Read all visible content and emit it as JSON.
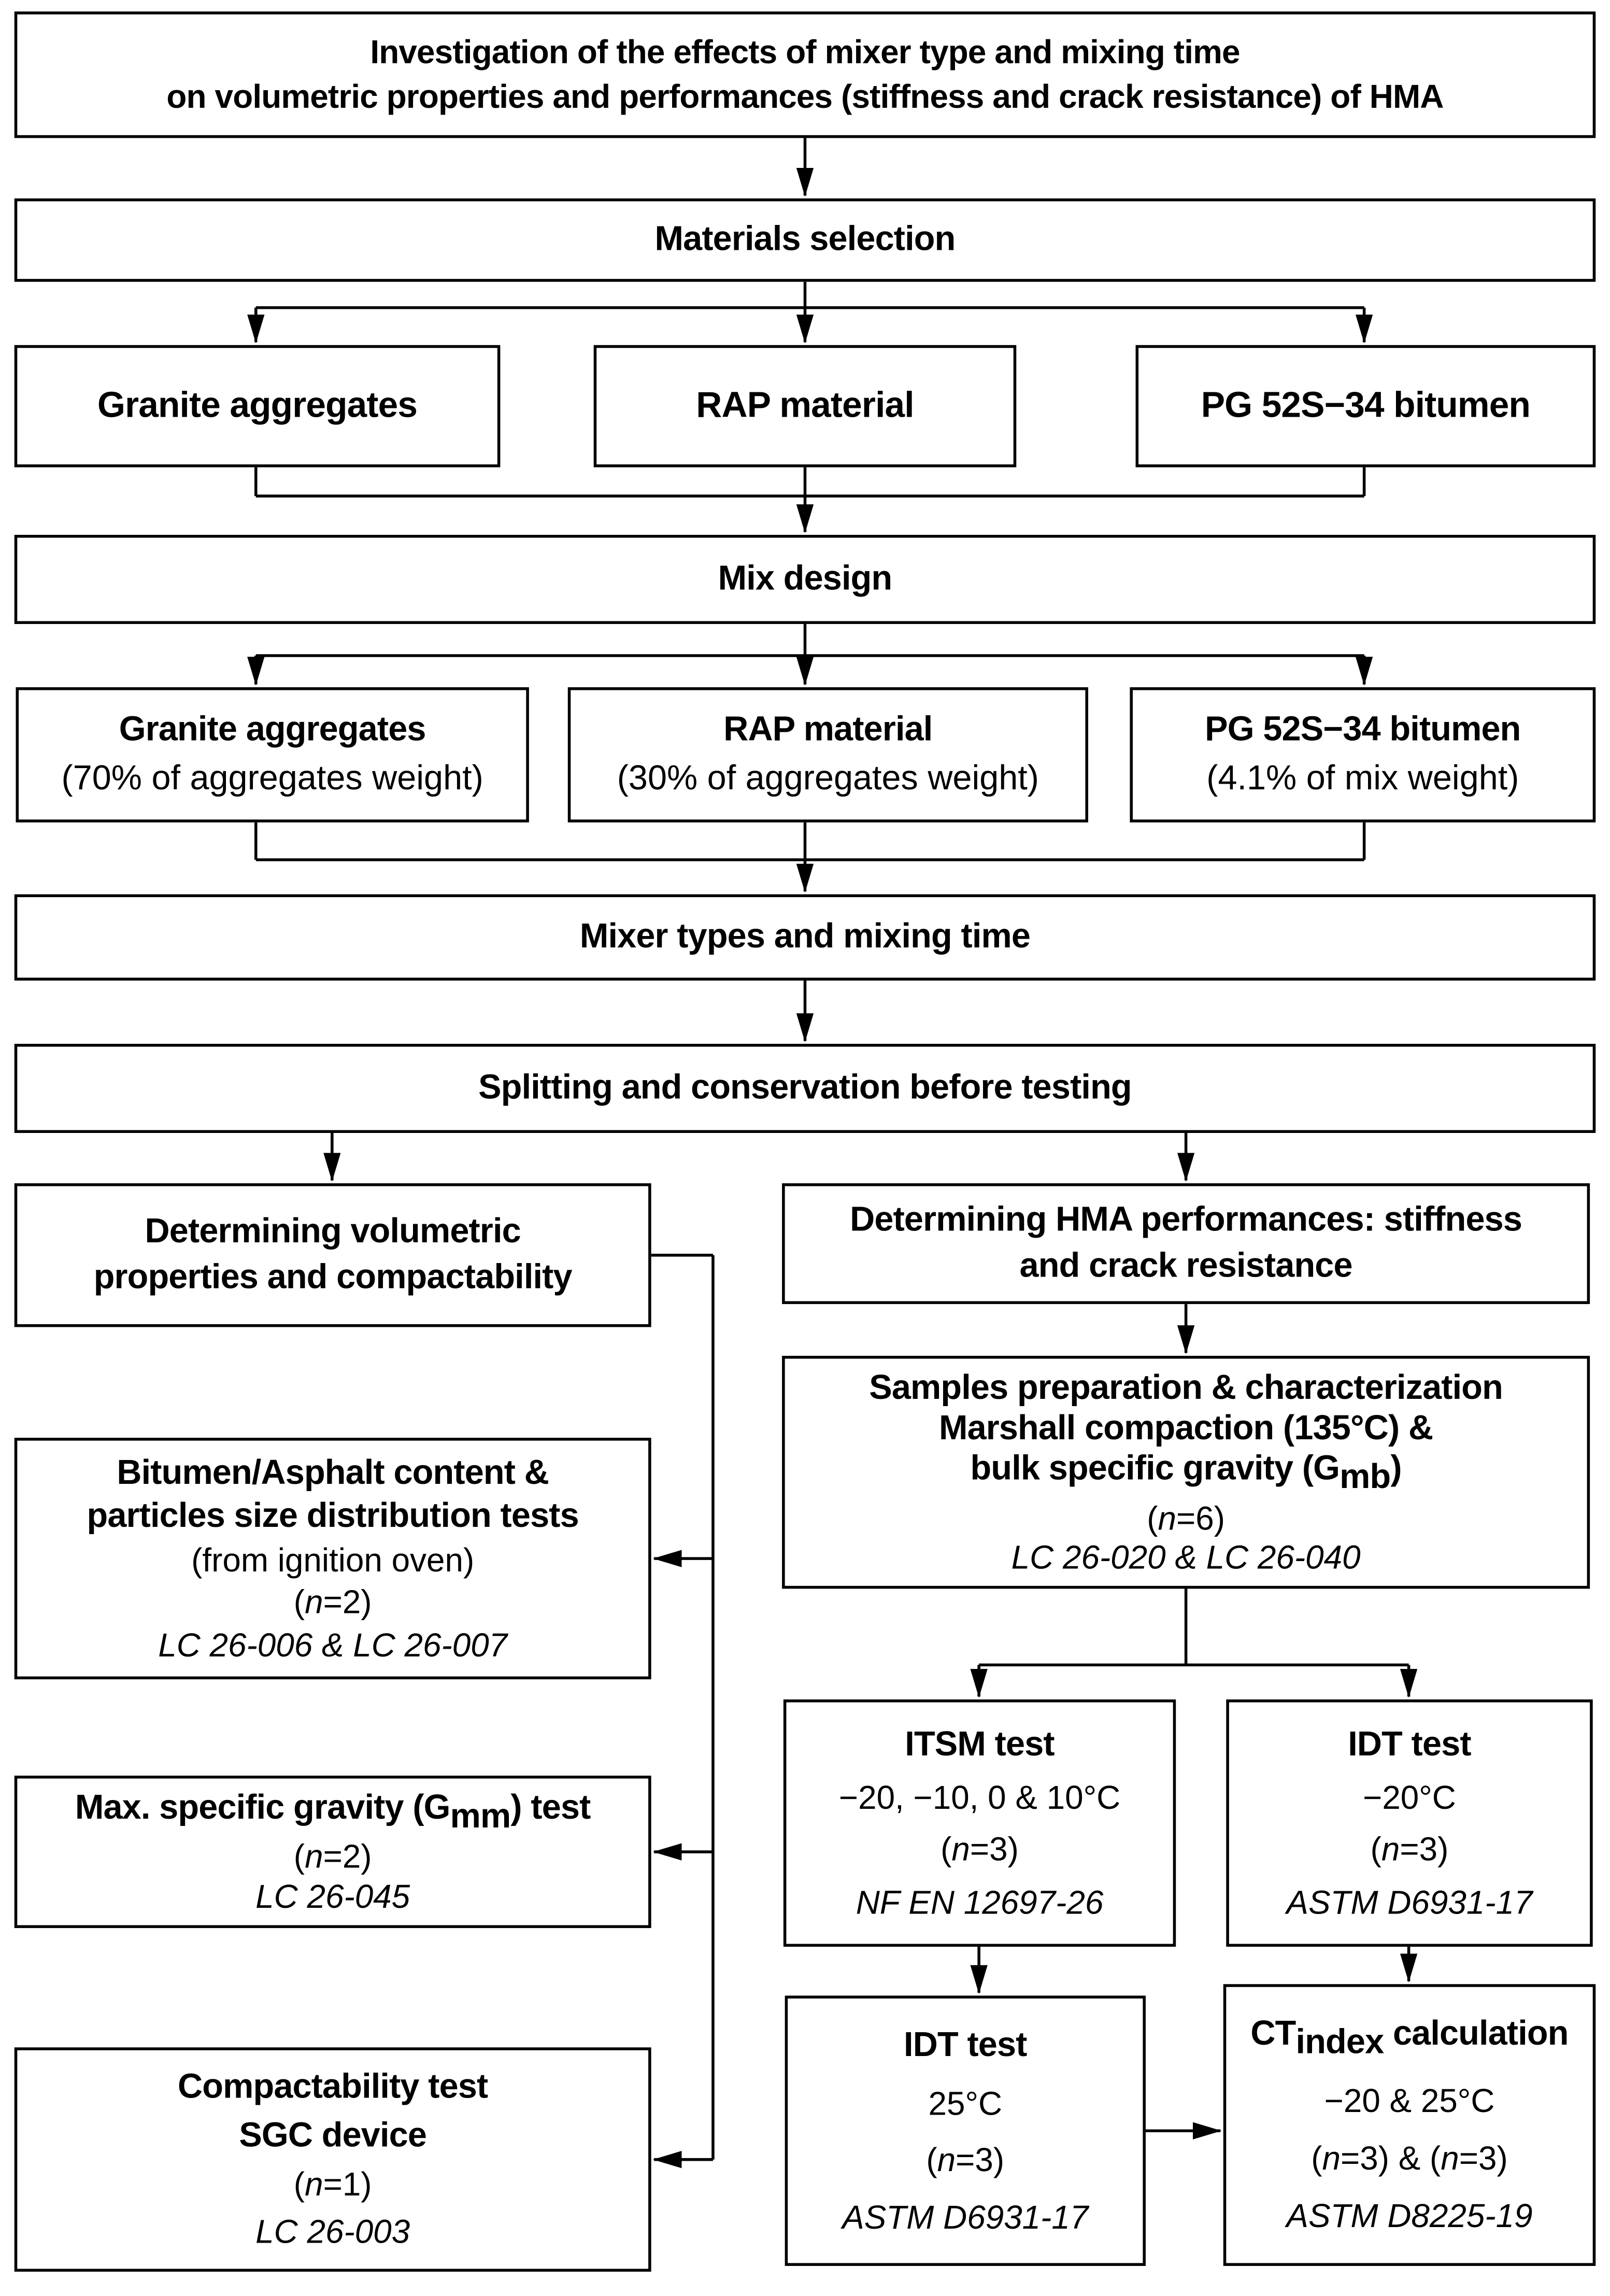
{
  "styles": {
    "background": "#ffffff",
    "box_border_color": "#000000",
    "line_color": "#000000",
    "text_color": "#000000"
  },
  "diagram": {
    "type": "flowchart",
    "description": "Experimental program flowchart"
  },
  "nodes": {
    "title": {
      "lines": [
        [
          {
            "t": "Investigation of the effects of mixer type and mixing time",
            "b": true
          }
        ],
        [
          {
            "t": "on volumetric properties and performances (stiffness and crack resistance) of HMA",
            "b": true
          }
        ]
      ]
    },
    "materials_selection": {
      "lines": [
        [
          {
            "t": "Materials selection",
            "b": true
          }
        ]
      ]
    },
    "granite": {
      "lines": [
        [
          {
            "t": "Granite aggregates",
            "b": true
          }
        ]
      ]
    },
    "rap": {
      "lines": [
        [
          {
            "t": "RAP material",
            "b": true
          }
        ]
      ]
    },
    "pg_bitumen": {
      "lines": [
        [
          {
            "t": "PG 52S−34 bitumen",
            "b": true
          }
        ]
      ]
    },
    "mix_design": {
      "lines": [
        [
          {
            "t": "Mix design",
            "b": true
          }
        ]
      ]
    },
    "granite_mix": {
      "lines": [
        [
          {
            "t": "Granite aggregates",
            "b": true
          }
        ],
        [
          {
            "t": "(70% of aggregates weight)"
          }
        ]
      ]
    },
    "rap_mix": {
      "lines": [
        [
          {
            "t": "RAP material",
            "b": true
          }
        ],
        [
          {
            "t": "(30% of aggregates weight)"
          }
        ]
      ]
    },
    "pg_bitumen_mix": {
      "lines": [
        [
          {
            "t": "PG 52S−34 bitumen",
            "b": true
          }
        ],
        [
          {
            "t": "(4.1% of mix weight)"
          }
        ]
      ]
    },
    "mixer_types": {
      "lines": [
        [
          {
            "t": "Mixer types and mixing time",
            "b": true
          }
        ]
      ]
    },
    "splitting": {
      "lines": [
        [
          {
            "t": "Splitting and conservation before testing",
            "b": true
          }
        ]
      ]
    },
    "volumetric": {
      "lines": [
        [
          {
            "t": "Determining volumetric",
            "b": true
          }
        ],
        [
          {
            "t": "properties and compactability",
            "b": true
          }
        ]
      ]
    },
    "hma_performances": {
      "lines": [
        [
          {
            "t": "Determining HMA performances: stiffness",
            "b": true
          }
        ],
        [
          {
            "t": "and crack resistance",
            "b": true
          }
        ]
      ]
    },
    "samples_preparation": {
      "lines": [
        [
          {
            "t": "Samples preparation & characterization",
            "b": true
          }
        ],
        [
          {
            "t": "Marshall compaction (135°C) &",
            "b": true
          }
        ],
        [
          {
            "t": "bulk specific gravity (G",
            "b": true
          },
          {
            "t": "mb",
            "b": true,
            "sub": true
          },
          {
            "t": ")",
            "b": true
          }
        ],
        [
          {
            "t": "("
          },
          {
            "t": "n",
            "i": true
          },
          {
            "t": "=6)"
          }
        ],
        [
          {
            "t": "LC 26-020 & LC 26-040",
            "i": true
          }
        ]
      ]
    },
    "bitumen_content": {
      "lines": [
        [
          {
            "t": "Bitumen/Asphalt content &",
            "b": true
          }
        ],
        [
          {
            "t": "particles size distribution tests",
            "b": true
          }
        ],
        [
          {
            "t": "(from ignition oven)"
          }
        ],
        [
          {
            "t": "("
          },
          {
            "t": "n",
            "i": true
          },
          {
            "t": "=2)"
          }
        ],
        [
          {
            "t": "LC 26-006 & LC 26-007",
            "i": true
          }
        ]
      ]
    },
    "max_specific_gravity": {
      "lines": [
        [
          {
            "t": "Max. specific gravity (G",
            "b": true
          },
          {
            "t": "mm",
            "b": true,
            "sub": true
          },
          {
            "t": ") test",
            "b": true
          }
        ],
        [
          {
            "t": "("
          },
          {
            "t": "n",
            "i": true
          },
          {
            "t": "=2)"
          }
        ],
        [
          {
            "t": "LC 26-045",
            "i": true
          }
        ]
      ]
    },
    "compactability": {
      "lines": [
        [
          {
            "t": "Compactability test",
            "b": true
          }
        ],
        [
          {
            "t": "SGC device",
            "b": true
          }
        ],
        [
          {
            "t": "("
          },
          {
            "t": "n",
            "i": true
          },
          {
            "t": "=1)"
          }
        ],
        [
          {
            "t": "LC 26-003",
            "i": true
          }
        ]
      ]
    },
    "itsm": {
      "lines": [
        [
          {
            "t": "ITSM test",
            "b": true
          }
        ],
        [
          {
            "t": "−20, −10, 0 & 10°C"
          }
        ],
        [
          {
            "t": "("
          },
          {
            "t": "n",
            "i": true
          },
          {
            "t": "=3)"
          }
        ],
        [
          {
            "t": "NF EN 12697-26",
            "i": true
          }
        ]
      ]
    },
    "idt_cold": {
      "lines": [
        [
          {
            "t": "IDT test",
            "b": true
          }
        ],
        [
          {
            "t": "−20°C"
          }
        ],
        [
          {
            "t": "("
          },
          {
            "t": "n",
            "i": true
          },
          {
            "t": "=3)"
          }
        ],
        [
          {
            "t": "ASTM D6931-17",
            "i": true
          }
        ]
      ]
    },
    "idt_warm": {
      "lines": [
        [
          {
            "t": "IDT test",
            "b": true
          }
        ],
        [
          {
            "t": "25°C"
          }
        ],
        [
          {
            "t": "("
          },
          {
            "t": "n",
            "i": true
          },
          {
            "t": "=3)"
          }
        ],
        [
          {
            "t": "ASTM D6931-17",
            "i": true
          }
        ]
      ]
    },
    "ct_index": {
      "lines": [
        [
          {
            "t": "CT",
            "b": true
          },
          {
            "t": "index",
            "b": true,
            "sub": true
          },
          {
            "t": " calculation",
            "b": true
          }
        ],
        [
          {
            "t": "−20 & 25°C"
          }
        ],
        [
          {
            "t": "("
          },
          {
            "t": "n",
            "i": true
          },
          {
            "t": "=3) & ("
          },
          {
            "t": "n",
            "i": true
          },
          {
            "t": "=3)"
          }
        ],
        [
          {
            "t": "ASTM D8225-19",
            "i": true
          }
        ]
      ]
    }
  }
}
